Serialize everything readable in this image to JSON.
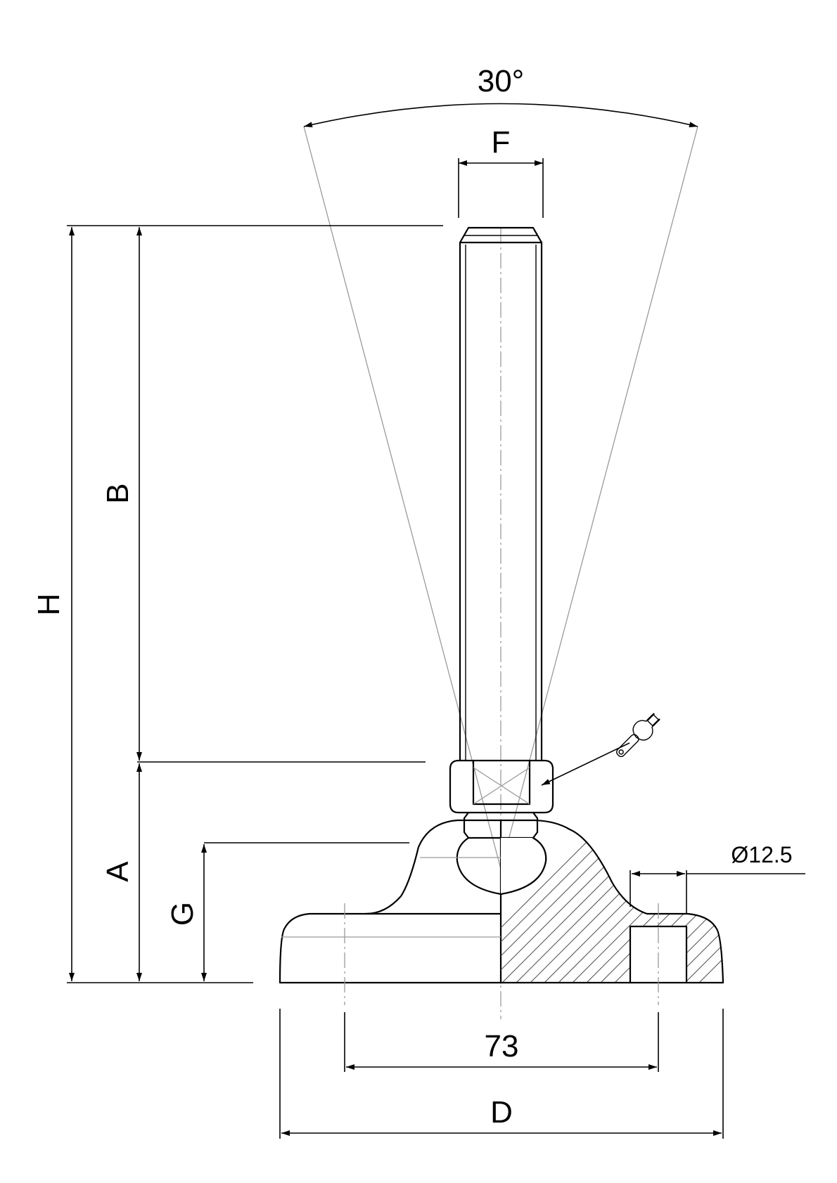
{
  "labels": {
    "angle": "30°",
    "thread": "F",
    "height_total": "H",
    "stem_length": "B",
    "base_height": "A",
    "foot_height": "G",
    "hole_diameter": "Ø12.5",
    "hole_spacing": "73",
    "base_diameter": "D"
  },
  "icons": {
    "wrench": "wrench-icon"
  },
  "colors": {
    "line": "#000000",
    "hidden": "#9a9a9a",
    "background": "#ffffff"
  }
}
